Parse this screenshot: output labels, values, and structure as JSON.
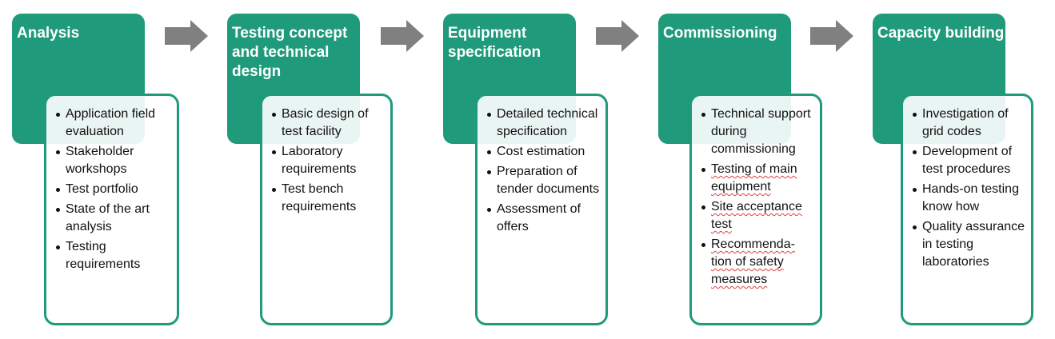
{
  "colors": {
    "accent": "#1f9a7a",
    "arrow": "#808080"
  },
  "stages": [
    {
      "title": "Analysis",
      "items": [
        "Application field evaluation",
        "Stakeholder workshops",
        "Test portfolio",
        "State of the art analysis",
        "Testing requirements"
      ]
    },
    {
      "title": "Testing concept and technical design",
      "items": [
        "Basic design of test facility",
        "Laboratory requirements",
        "Test bench requirements"
      ]
    },
    {
      "title": "Equipment specification",
      "items": [
        "Detailed technical specification",
        "Cost estimation",
        "Preparation of tender documents",
        "Assessment of offers"
      ]
    },
    {
      "title": "Commissioning",
      "items": [
        "Technical support during commissioning",
        "Testing of main equipment",
        "Site acceptance test",
        "Recommenda-tion of safety measures"
      ]
    },
    {
      "title": "Capacity building",
      "items": [
        "Investigation of grid codes",
        "Development of test procedures",
        "Hands-on testing know how",
        "Quality assurance in testing laboratories"
      ]
    }
  ]
}
